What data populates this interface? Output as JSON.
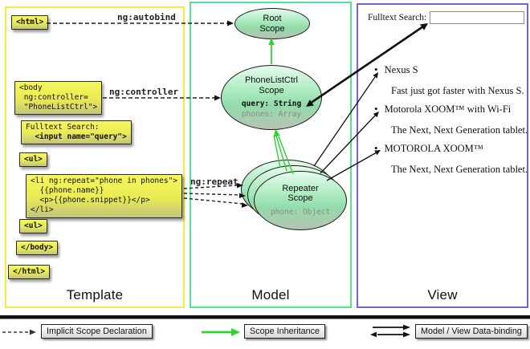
{
  "panels": {
    "template": {
      "title": "Template"
    },
    "model": {
      "title": "Model"
    },
    "view": {
      "title": "View"
    }
  },
  "template_code": {
    "html_open": "<html>",
    "body_open": [
      "<body",
      " ng:controller=",
      " \"PhoneListCtrl\">"
    ],
    "fulltext_label": "Fulltext Search:",
    "fulltext_input": "  <input name=\"query\">",
    "ul_open": "<ul>",
    "li_repeat": [
      "<li ng:repeat=\"phone in phones\">",
      "  {{phone.name}}",
      "  <p>{{phone.snippet}}</p>",
      "</li>"
    ],
    "ul_close": "<ul>",
    "body_close": "</body>",
    "html_close": "</html>"
  },
  "arrow_labels": {
    "autobind": "ng:autobind",
    "controller": "ng:controller",
    "repeat": "ng:repeat"
  },
  "model_scopes": {
    "root": {
      "line1": "Root",
      "line2": "Scope"
    },
    "phonelist": {
      "line1": "PhoneListCtrl",
      "line2": "Scope",
      "prop1": "query: String",
      "prop2": "phones: Array"
    },
    "repeater": {
      "line1": "Repeater",
      "line2": "Scope",
      "prop1": "phone: Object"
    }
  },
  "view_panel": {
    "search_label": "Fulltext Search:",
    "search_value": "",
    "items": [
      {
        "title": "Nexus S",
        "snippet": "Fast just got faster with Nexus S."
      },
      {
        "title": "Motorola XOOM™  with Wi-Fi",
        "snippet": "The Next, Next Generation tablet."
      },
      {
        "title": "MOTOROLA XOOM™",
        "snippet": "The Next, Next Generation tablet."
      }
    ],
    "bullet": "•"
  },
  "legend": {
    "implicit": "Implicit Scope Declaration",
    "inheritance": "Scope Inheritance",
    "binding": "Model / View Data-binding"
  },
  "colors": {
    "template_border": "#f0ee45",
    "model_border": "#55e39b",
    "view_border": "#7463d6",
    "code_box_yellow": "#f2f356",
    "scope_green": "#9fe6b6",
    "inheritance_green": "#2fd32f",
    "arrow_black": "#111111"
  }
}
